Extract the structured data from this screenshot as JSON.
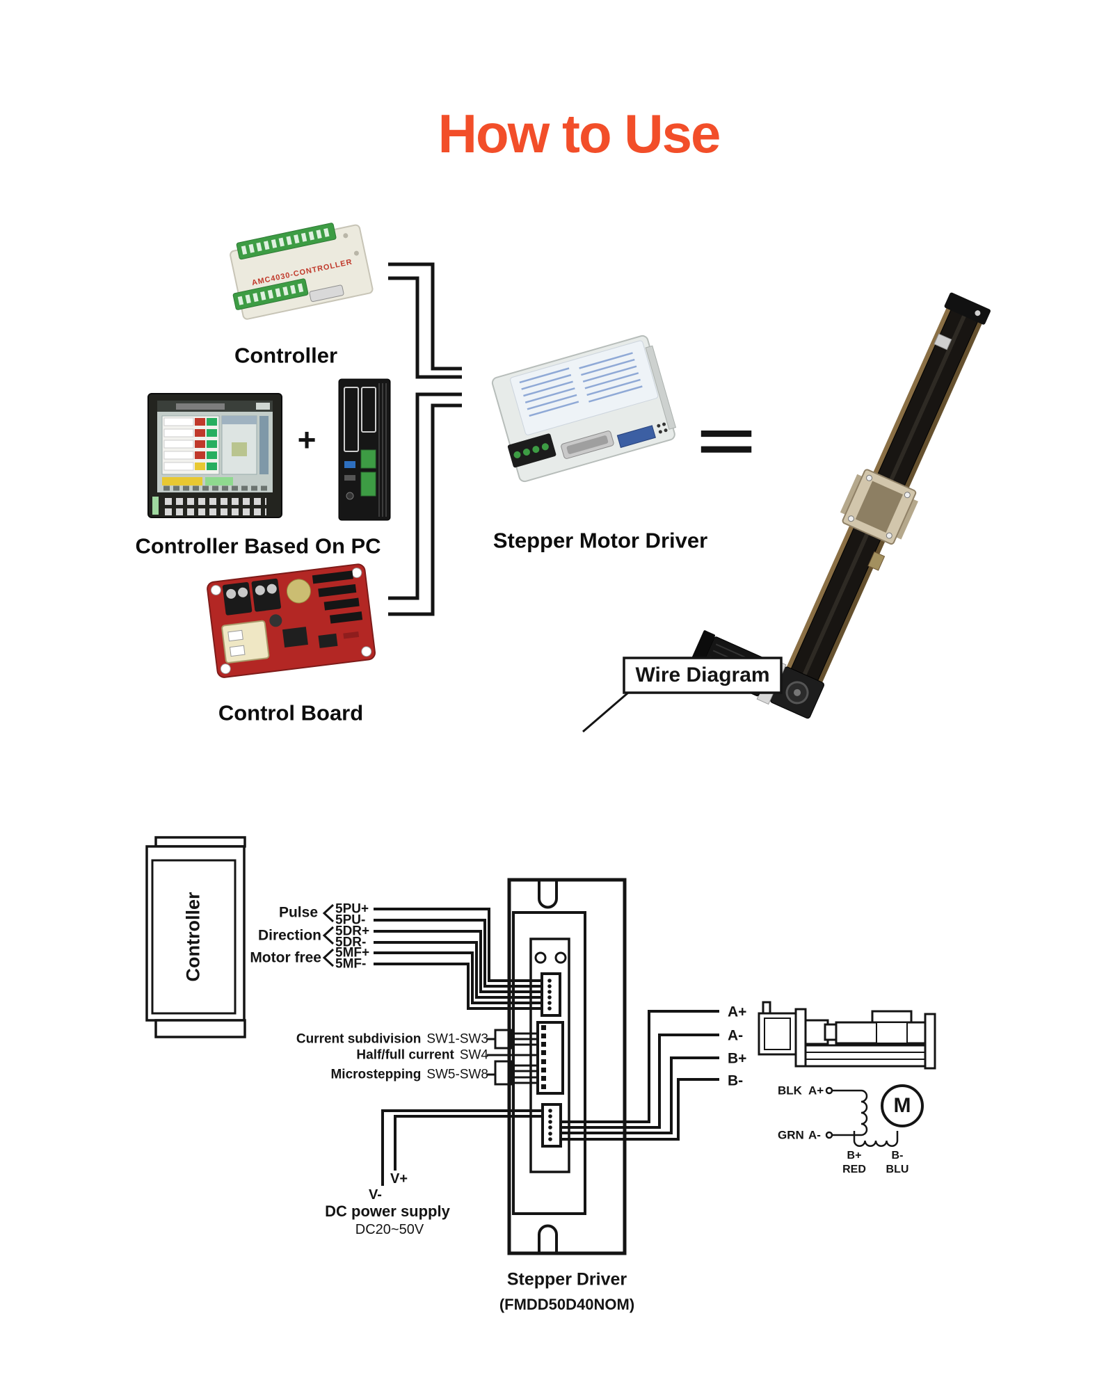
{
  "title": "How to Use",
  "colors": {
    "accent_orange": "#f24e29",
    "diagram_ink": "#141414",
    "pcb_red": "#b32724",
    "terminal_green": "#3d9c44",
    "driver_label_blue": "#8fa9d6"
  },
  "assembly": {
    "controller_caption": "Controller",
    "controller_board_text": "AMC4030-CONTROLLER",
    "plus": "+",
    "pc_caption": "Controller Based On PC",
    "board_caption": "Control Board",
    "driver_caption": "Stepper Motor Driver",
    "equals": "="
  },
  "wire_diagram": {
    "box_title": "Wire Diagram",
    "controller_label": "Controller",
    "signal_groups": [
      {
        "label": "Pulse",
        "pins": [
          "5PU+",
          "5PU-"
        ]
      },
      {
        "label": "Direction",
        "pins": [
          "5DR+",
          "5DR-"
        ]
      },
      {
        "label": "Motor free",
        "pins": [
          "5MF+",
          "5MF-"
        ]
      }
    ],
    "switch_rows": [
      {
        "label": "Current subdivision",
        "value": "SW1-SW3"
      },
      {
        "label": "Half/full current",
        "value": "SW4"
      },
      {
        "label": "Microstepping",
        "value": "SW5-SW8"
      }
    ],
    "power": {
      "v_plus": "V+",
      "v_minus": "V-",
      "name": "DC power supply",
      "range": "DC20~50V"
    },
    "motor_terminals": [
      "A+",
      "A-",
      "B+",
      "B-"
    ],
    "motor": {
      "symbol": "M",
      "leads": [
        {
          "color": "BLK",
          "terminal": "A+"
        },
        {
          "color": "GRN",
          "terminal": "A-"
        },
        {
          "terminal": "B+",
          "color": "RED"
        },
        {
          "terminal": "B-",
          "color": "BLU"
        }
      ]
    },
    "driver_name": "Stepper Driver",
    "driver_model": "(FMDD50D40NOM)"
  }
}
